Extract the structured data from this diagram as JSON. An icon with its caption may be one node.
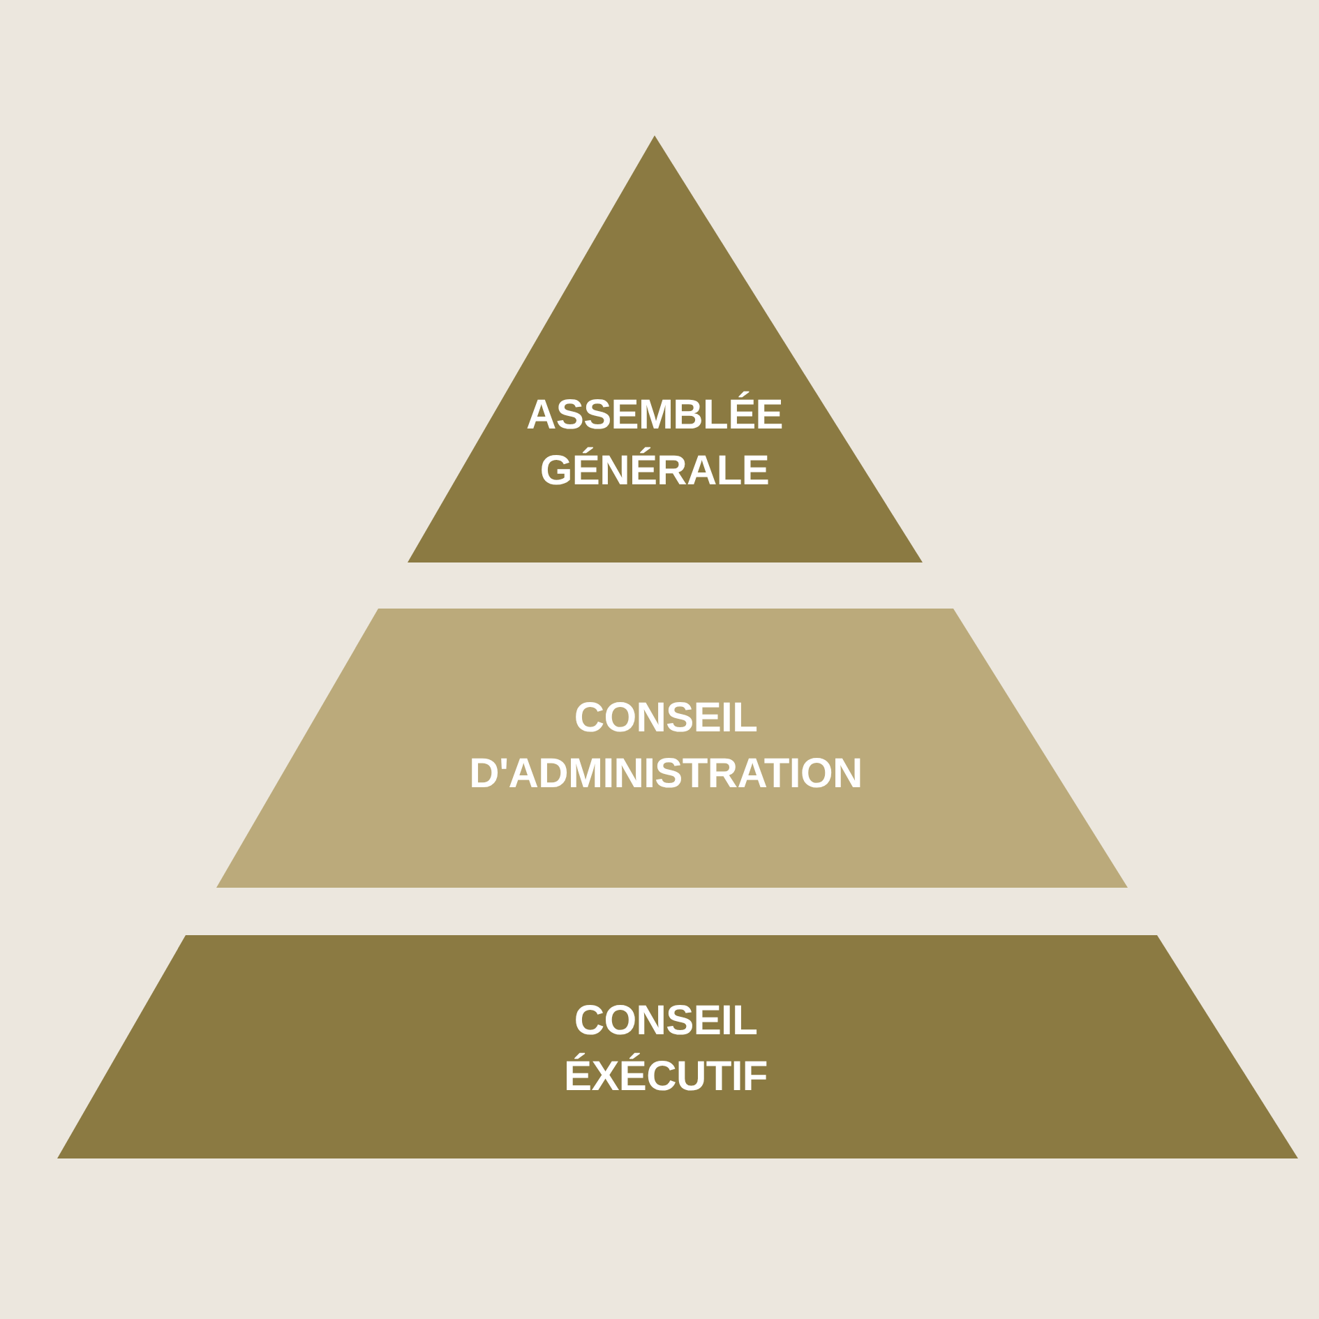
{
  "diagram": {
    "nodes": [
      {
        "text": [
          "ASSEMBLÉE GÉNÉRALE"
        ]
      },
      {
        "text": [
          "CONSEIL D'ADMINISTRATION"
        ]
      },
      {
        "text": [
          "CONSEIL ÉXÉCUTIF"
        ]
      }
    ]
  }
}
